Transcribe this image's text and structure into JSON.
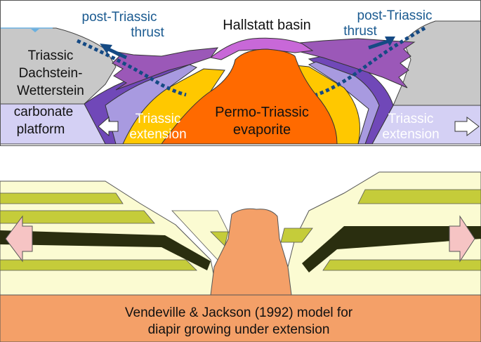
{
  "top_panel": {
    "labels": {
      "basin": "Hallstatt basin",
      "left_thrust_1": "post-Triassic",
      "left_thrust_2": "thrust",
      "right_thrust_1": "post-Triassic",
      "right_thrust_2": "thrust",
      "platform_1": "Triassic",
      "platform_2": "Dachstein-",
      "platform_3": "Wetterstein",
      "platform_4": "carbonate",
      "platform_5": "platform",
      "left_ext_1": "Triassic",
      "left_ext_2": "extension",
      "right_ext_1": "Triassic",
      "right_ext_2": "extension",
      "evaporite_1": "Permo-Triassic",
      "evaporite_2": "evaporite"
    },
    "colors": {
      "grey_platform": "#c8c8c8",
      "lavender": "#d4d0f4",
      "violet_band": "#7048b8",
      "purple_folded": "#9b58b8",
      "magenta": "#c868d8",
      "yellow": "#ffc800",
      "orange_evaporite": "#ff6a00",
      "thrust_blue": "#154a84",
      "thrust_label": "#1a5a90",
      "white_text": "#ffffff"
    }
  },
  "bottom_panel": {
    "labels": {
      "caption_1": "Vendeville & Jackson (1992) model for",
      "caption_2": "diapir growing under extension"
    },
    "colors": {
      "cream": "#fbfbd2",
      "olive": "#c5cc3a",
      "dark": "#2a2e0f",
      "salmon": "#f4a068",
      "pink_arrow": "#f6c4c4"
    }
  }
}
